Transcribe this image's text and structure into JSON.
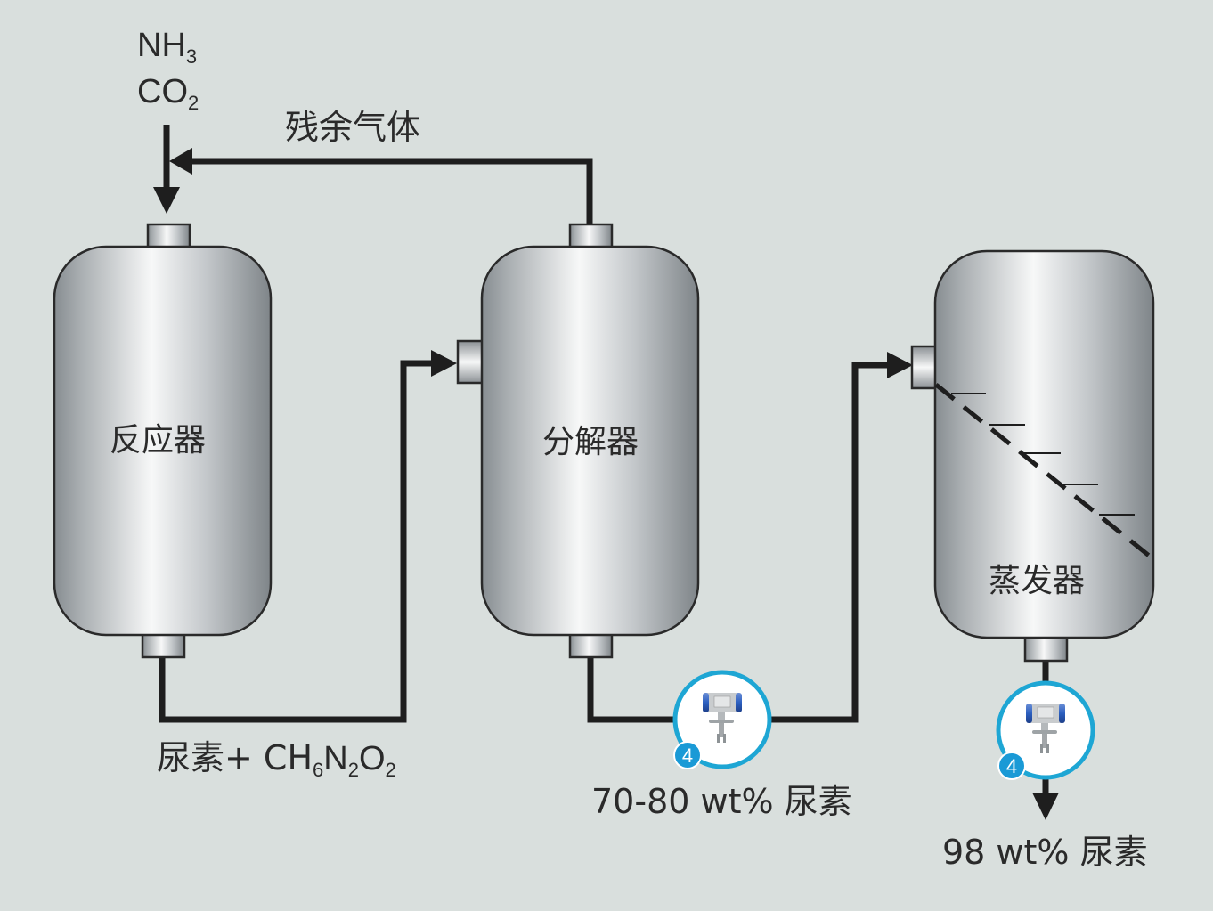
{
  "inputs": {
    "line1_main": "NH",
    "line1_sub": "3",
    "line2_main": "CO",
    "line2_sub": "2"
  },
  "recycle_label": "残余气体",
  "vessels": [
    {
      "id": "reactor",
      "label": "反应器"
    },
    {
      "id": "decomposer",
      "label": "分解器"
    },
    {
      "id": "evaporator",
      "label": "蒸发器"
    }
  ],
  "flow_labels": {
    "reactor_out": {
      "prefix": "尿素+ CH",
      "s1": "6",
      "m2": "N",
      "s2": "2",
      "m3": "O",
      "s3": "2"
    },
    "decomposer_out": "70-80 wt% 尿素",
    "evaporator_out": "98 wt% 尿素"
  },
  "instruments": [
    {
      "badge": "4",
      "type": "density-meter"
    },
    {
      "badge": "4",
      "type": "density-meter"
    }
  ],
  "colors": {
    "background": "#d9dfdd",
    "line": "#1e1e1e",
    "instrument_ring": "#1ea6d4",
    "badge": "#1a9ad6"
  }
}
